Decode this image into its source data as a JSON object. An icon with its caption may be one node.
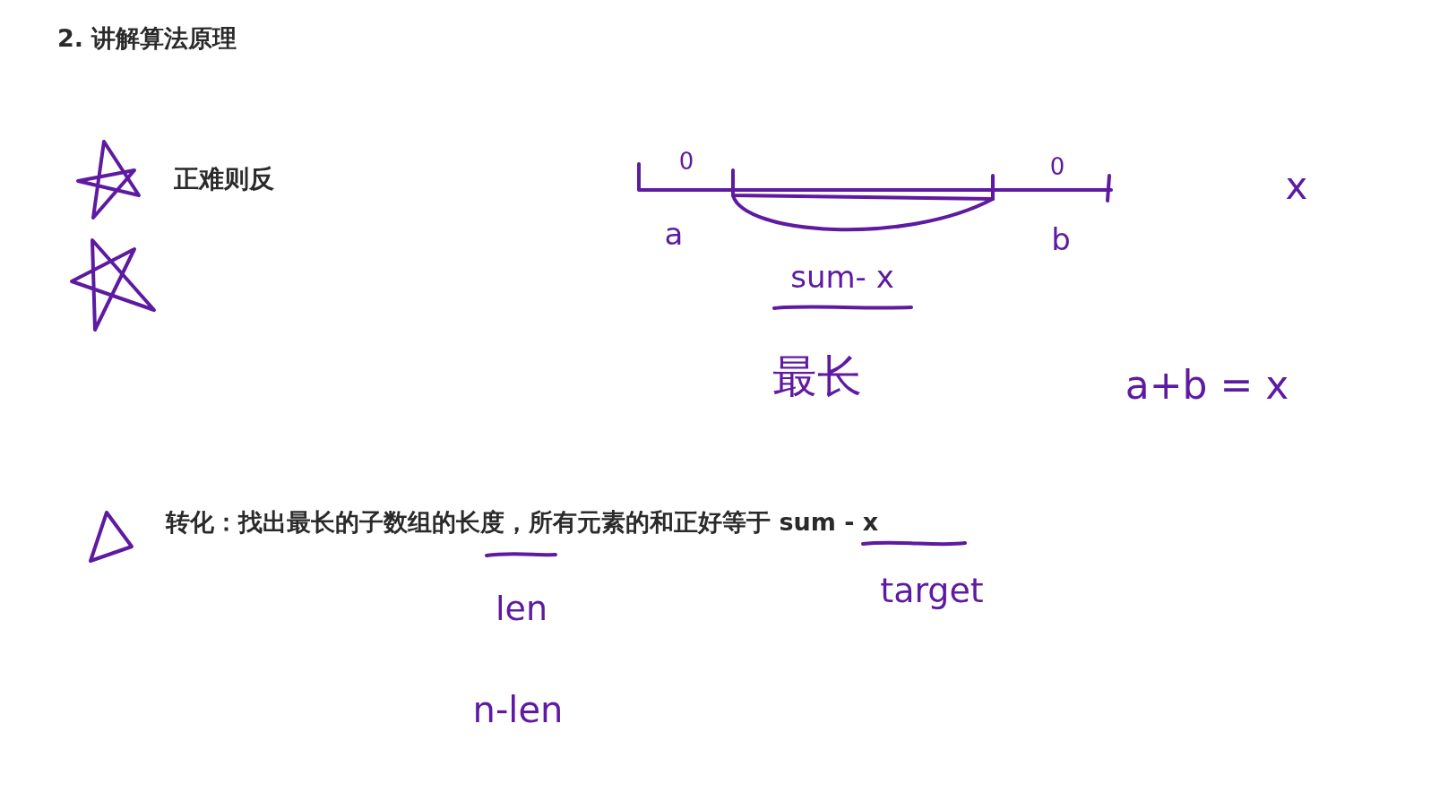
{
  "diagram": {
    "title": "2. 讲解算法原理",
    "labels": [
      "正难则反",
      "0",
      "0",
      "x",
      "a",
      "b",
      "sum- x",
      "最长",
      "a+b = x",
      "转化：找出最长的子数组的长度，所有元素的和正好等于 sum - x",
      "target",
      "len",
      "n-len"
    ]
  }
}
